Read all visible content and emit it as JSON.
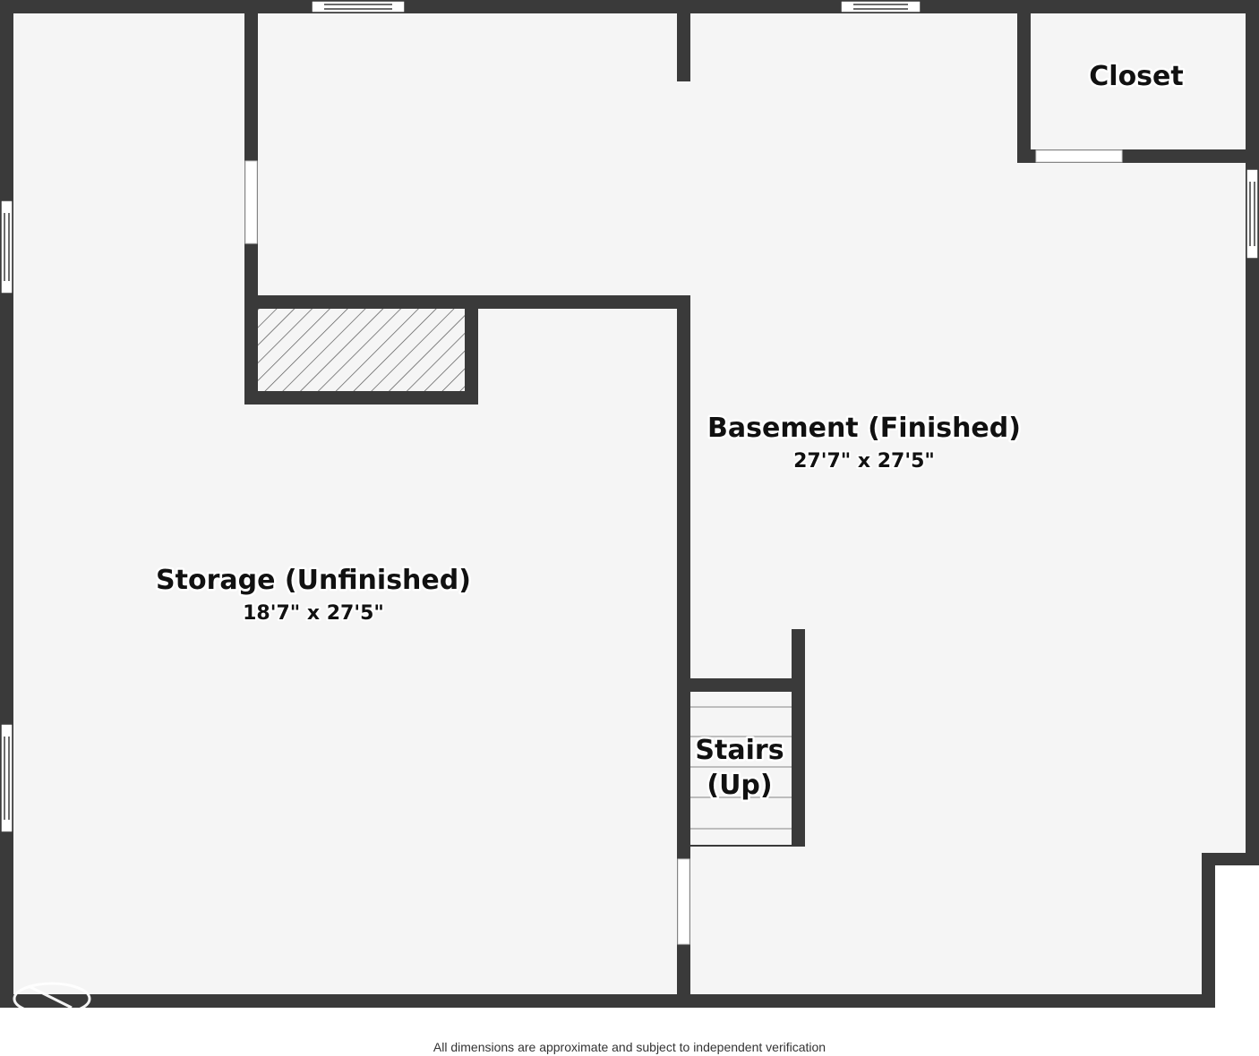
{
  "rooms": {
    "storage": {
      "name": "Storage (Unfinished)",
      "dimensions": "18'7\" x 27'5\""
    },
    "basement": {
      "name": "Basement (Finished)",
      "dimensions": "27'7\" x 27'5\""
    },
    "closet": {
      "name": "Closet"
    },
    "stairs": {
      "name_line1": "Stairs",
      "name_line2": "(Up)"
    }
  },
  "footer": {
    "disclaimer": "All dimensions are approximate and subject to independent verification"
  },
  "colors": {
    "wall": "#3a3a3a",
    "floor": "#f5f5f5",
    "background": "#ffffff",
    "hatch": "#555555"
  }
}
